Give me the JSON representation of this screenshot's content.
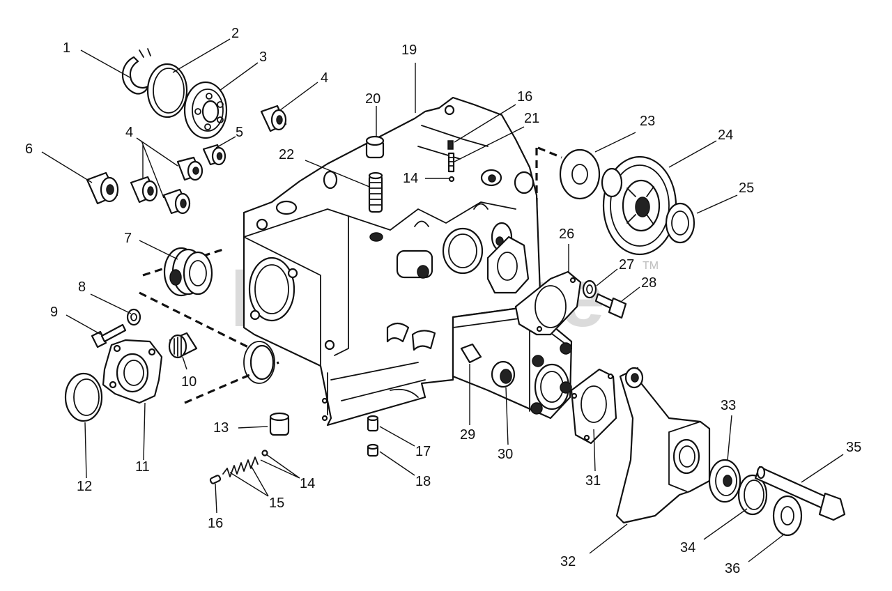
{
  "watermark": {
    "text": "PartsTree",
    "trademark": "TM"
  },
  "callouts": {
    "c1": "1",
    "c2": "2",
    "c3": "3",
    "c4a": "4",
    "c4b": "4",
    "c5": "5",
    "c6": "6",
    "c7": "7",
    "c8": "8",
    "c9": "9",
    "c10": "10",
    "c11": "11",
    "c12": "12",
    "c13": "13",
    "c14a": "14",
    "c14b": "14",
    "c15": "15",
    "c16a": "16",
    "c16b": "16",
    "c17": "17",
    "c18": "18",
    "c19": "19",
    "c20": "20",
    "c21": "21",
    "c22": "22",
    "c23": "23",
    "c24": "24",
    "c25": "25",
    "c26": "26",
    "c27": "27",
    "c28": "28",
    "c29": "29",
    "c30": "30",
    "c31": "31",
    "c32": "32",
    "c33": "33",
    "c34": "34",
    "c35": "35",
    "c36": "36"
  }
}
